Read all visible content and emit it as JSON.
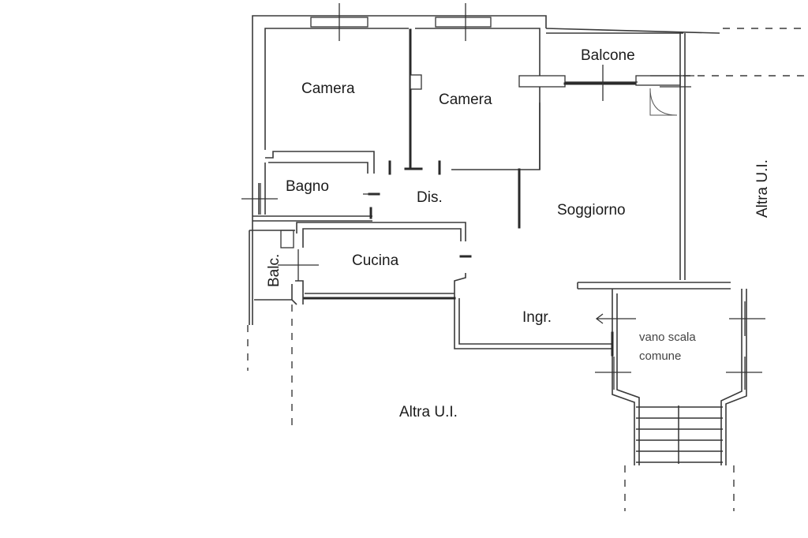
{
  "rooms": {
    "camera_1": "Camera",
    "camera_2": "Camera",
    "balcone": "Balcone",
    "bagno": "Bagno",
    "dis": "Dis.",
    "soggiorno": "Soggiorno",
    "balc": "Balc.",
    "cucina": "Cucina",
    "ingr": "Ingr."
  },
  "annotations": {
    "vano_scala_line1": "vano scala",
    "vano_scala_line2": "comune",
    "altra_ui_right": "Altra U.I.",
    "altra_ui_bottom": "Altra U.I."
  }
}
